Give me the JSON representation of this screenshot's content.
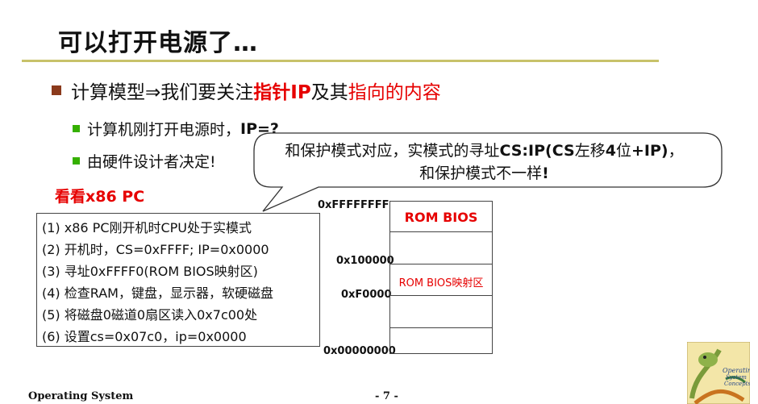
{
  "slide": {
    "title": "可以打开电源了…",
    "bullet1": {
      "text_a": "计算模型⇒我们要关注",
      "text_b": "指针IP",
      "text_c": "及其",
      "text_d": "指向的内容"
    },
    "bullet2a": {
      "text": "计算机刚打开电源时，",
      "bold": "IP=?"
    },
    "bullet2b": {
      "text": "由硬件设计者决定!"
    },
    "see_label": "看看x86 PC",
    "callout": {
      "line1_a": "和保护模式对应，实模式的寻址",
      "line1_b": "CS:IP(CS",
      "line1_c": "左移",
      "line1_d": "4",
      "line1_e": "位",
      "line1_f": "+IP)",
      "line1_g": "，",
      "line2_a": "和保护模式不一样",
      "line2_b": "!"
    },
    "steps": [
      "(1) x86 PC刚开机时CPU处于实模式",
      "(2) 开机时，CS=0xFFFF; IP=0x0000",
      "(3) 寻址0xFFFF0(ROM BIOS映射区)",
      "(4) 检查RAM，键盘，显示器，软硬磁盘",
      "(5) 将磁盘0磁道0扇区读入0x7c00处",
      "(6) 设置cs=0x07c0，ip=0x0000"
    ],
    "memory": {
      "addresses": [
        "0xFFFFFFFF",
        "0x100000",
        "0xF0000",
        "0x00000000"
      ],
      "top_label": "ROM BIOS",
      "mid_label": "ROM BIOS映射区"
    },
    "footer": {
      "left": "Operating System",
      "page": "- 7 -"
    },
    "colors": {
      "accent_red": "#e60000",
      "rule": "#c8c26a",
      "bullet_brown": "#8b3a1c",
      "bullet_green": "#35b000"
    }
  }
}
